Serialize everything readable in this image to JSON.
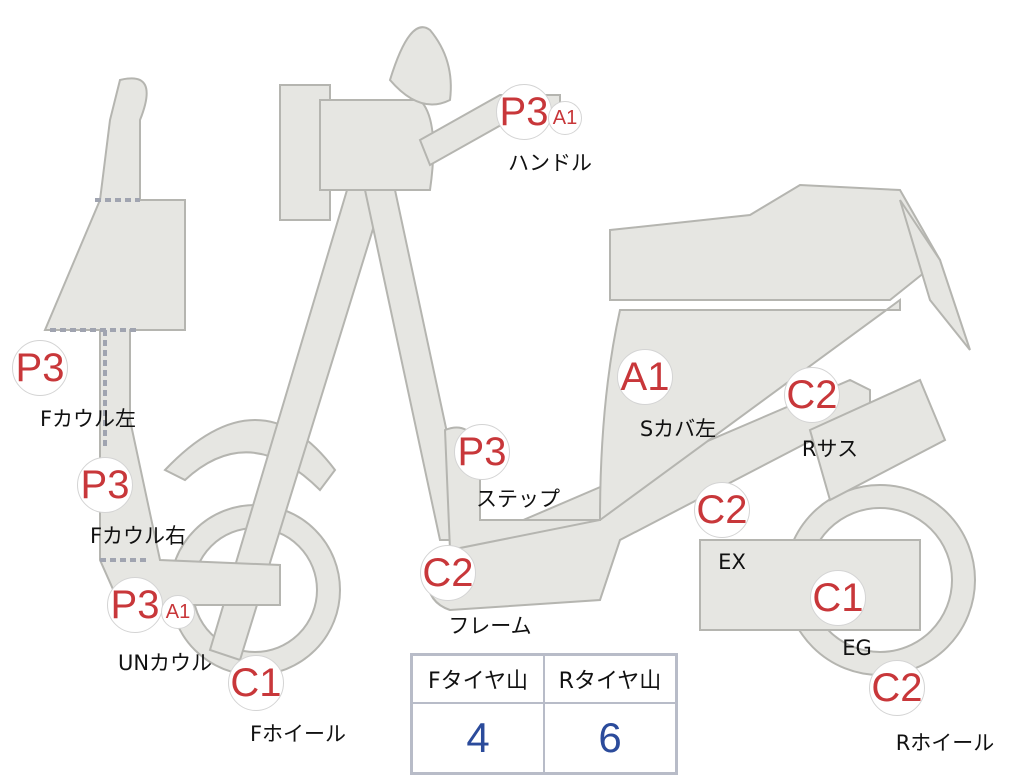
{
  "parts": [
    {
      "id": "handle",
      "label": "ハンドル",
      "badges": [
        "P3",
        "A1"
      ]
    },
    {
      "id": "f-cowl-left",
      "label": "Fカウル左",
      "badges": [
        "P3"
      ]
    },
    {
      "id": "f-cowl-right",
      "label": "Fカウル右",
      "badges": [
        "P3"
      ]
    },
    {
      "id": "un-cowl",
      "label": "UNカウル",
      "badges": [
        "P3",
        "A1"
      ]
    },
    {
      "id": "f-wheel",
      "label": "Fホイール",
      "badges": [
        "C1"
      ]
    },
    {
      "id": "step",
      "label": "ステップ",
      "badges": [
        "P3"
      ]
    },
    {
      "id": "frame",
      "label": "フレーム",
      "badges": [
        "C2"
      ]
    },
    {
      "id": "s-cover-left",
      "label": "Sカバ左",
      "badges": [
        "A1"
      ]
    },
    {
      "id": "r-sus",
      "label": "Rサス",
      "badges": [
        "C2"
      ]
    },
    {
      "id": "ex",
      "label": "EX",
      "badges": [
        "C2"
      ]
    },
    {
      "id": "eg",
      "label": "EG",
      "badges": [
        "C1"
      ]
    },
    {
      "id": "r-wheel",
      "label": "Rホイール",
      "badges": [
        "C2"
      ]
    }
  ],
  "tire_table": {
    "headers": [
      "Fタイヤ山",
      "Rタイヤ山"
    ],
    "values": [
      "4",
      "6"
    ]
  },
  "colors": {
    "part_fill": "#e6e6e2",
    "part_stroke": "#b5b5b0",
    "badge_text": "#c8373a",
    "value_text": "#2b4b9b"
  }
}
